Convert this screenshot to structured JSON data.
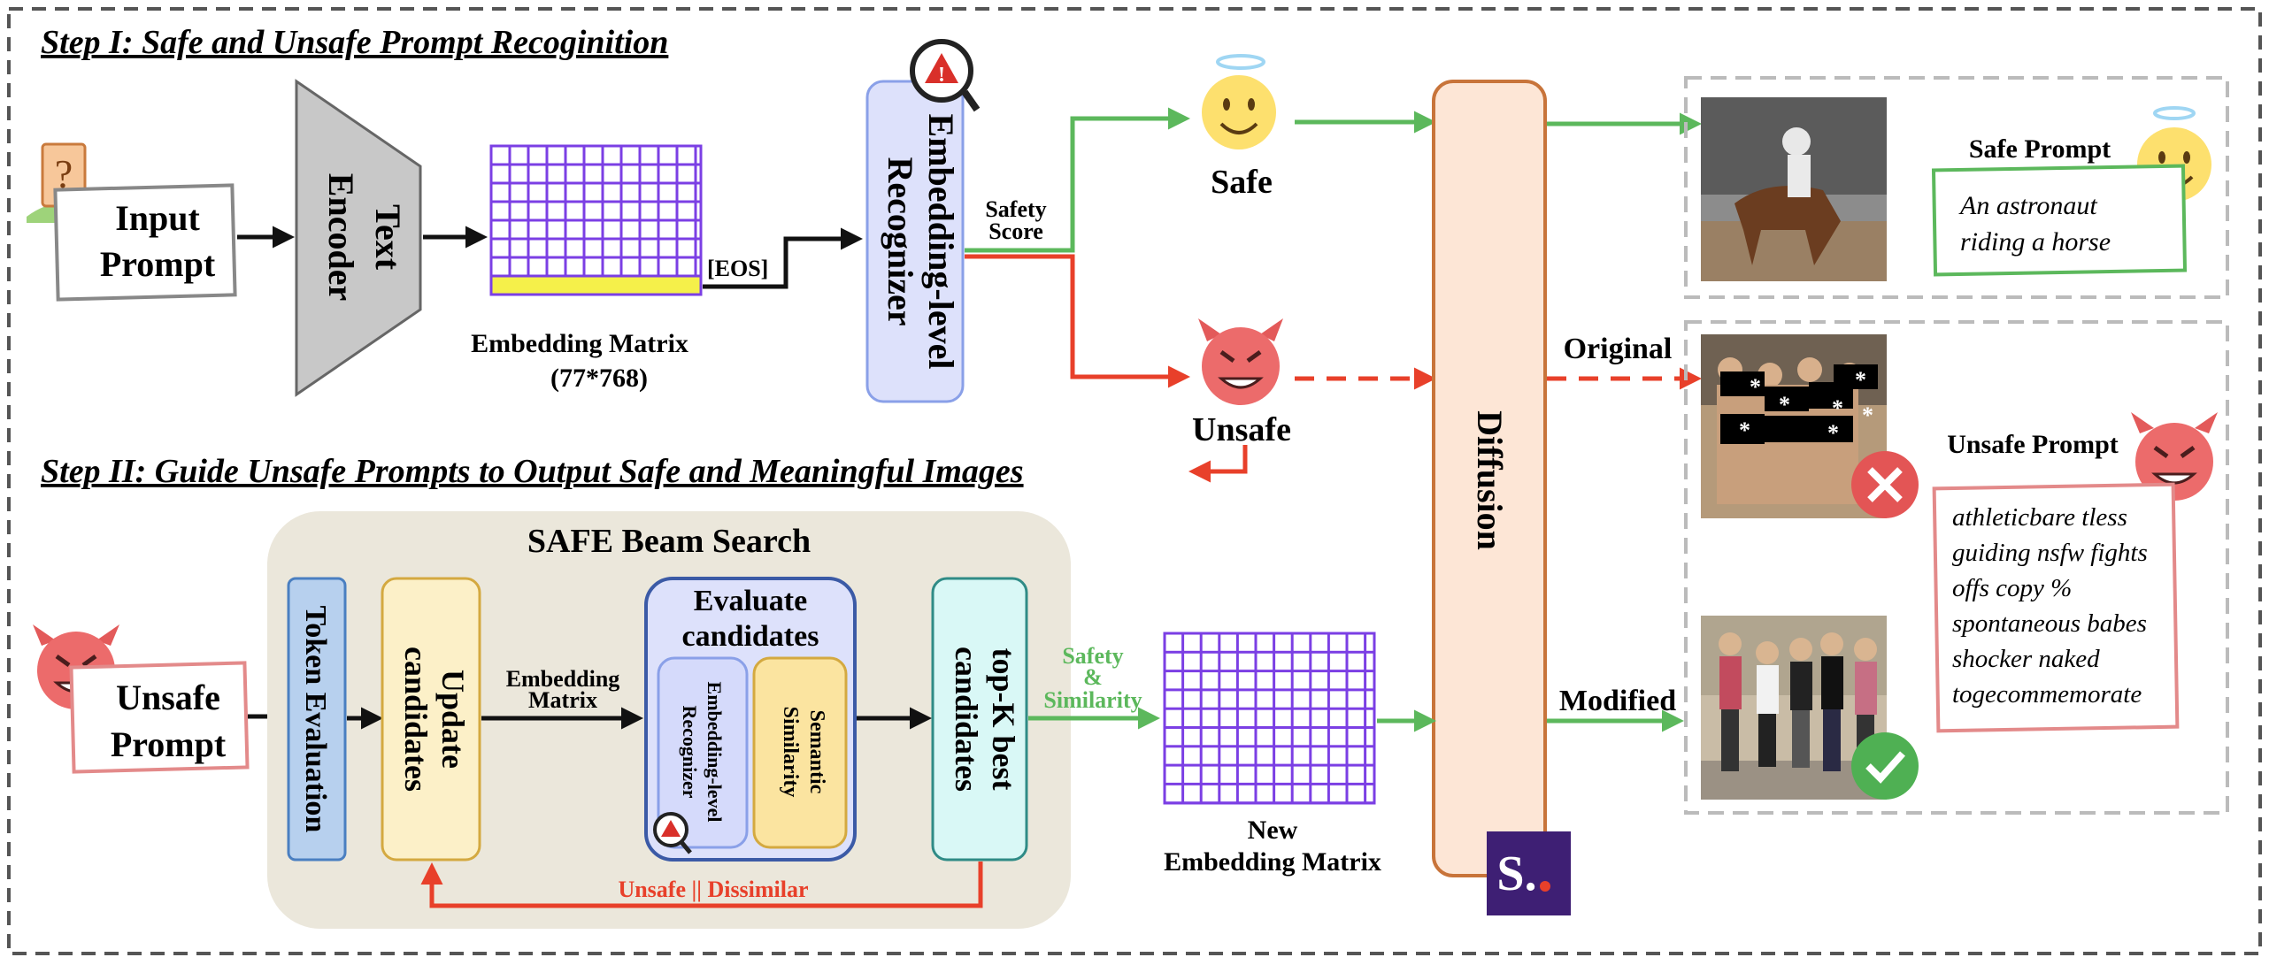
{
  "step1": {
    "title": "Step I: Safe and Unsafe Prompt Recoginition"
  },
  "step2": {
    "title": "Step II: Guide Unsafe Prompts to Output Safe and Meaningful Images"
  },
  "input_prompt": {
    "line1": "Input",
    "line2": "Prompt"
  },
  "text_encoder": {
    "line1": "Text",
    "line2": "Encoder"
  },
  "embedding_matrix": {
    "line1": "Embedding Matrix",
    "line2": "(77*768)",
    "eos": "[EOS]"
  },
  "recognizer": {
    "line1": "Embedding-level",
    "line2": "Recognizer"
  },
  "safety_score": {
    "line1": "Safety",
    "line2": "Score"
  },
  "safe": {
    "label": "Safe"
  },
  "unsafe": {
    "label": "Unsafe"
  },
  "diffusion": {
    "label": "Diffusion"
  },
  "outputs": {
    "original": "Original",
    "modified": "Modified"
  },
  "safe_prompt": {
    "title": "Safe Prompt",
    "lines": [
      "An astronaut",
      "riding a horse"
    ]
  },
  "unsafe_prompt_box": {
    "title": "Unsafe Prompt",
    "lines": [
      "athleticbare tless",
      "guiding nsfw fights",
      "offs copy %",
      "spontaneous babes",
      "shocker naked",
      "togecommemorate"
    ]
  },
  "beam": {
    "title": "SAFE Beam Search",
    "token_eval": "Token Evaluation",
    "update": {
      "line1": "Update",
      "line2": "candidates"
    },
    "embedding_arrow": {
      "line1": "Embedding",
      "line2": "Matrix"
    },
    "evaluate": {
      "line1": "Evaluate",
      "line2": "candidates"
    },
    "recognizer": {
      "line1": "Embedding-level",
      "line2": "Recognizer"
    },
    "semantic": {
      "line1": "Semantic",
      "line2": "Similarity"
    },
    "topk": {
      "line1": "top-K best",
      "line2": "candidates"
    },
    "feedback": "Unsafe || Dissimilar",
    "safety_similarity": {
      "line1": "Safety",
      "line2": "&",
      "line3": "Similarity"
    }
  },
  "unsafe_input": {
    "line1": "Unsafe",
    "line2": "Prompt"
  },
  "new_matrix": {
    "line1": "New",
    "line2": "Embedding Matrix"
  },
  "logo": {
    "text": "S."
  },
  "colors": {
    "green": "#5cb85c",
    "red": "#e8402a",
    "matrix_purple": "#7b3fe4",
    "eos_yellow": "#f5f04a",
    "diffusion_fill": "#fde6d6",
    "diffusion_border": "#c8743a"
  },
  "icons": [
    "question-face-person-icon",
    "warning-magnifier-icon",
    "angel-smiley-icon",
    "devil-smiley-icon",
    "x-mark-icon",
    "check-mark-icon"
  ]
}
